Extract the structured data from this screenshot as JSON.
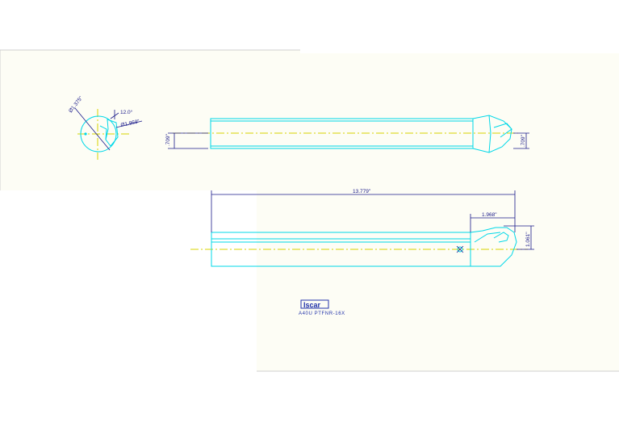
{
  "end_view": {
    "dia1": "Ø1.375\"",
    "angle": "12.0°",
    "dia2": "Ø1.969\""
  },
  "top_view": {
    "height_left": ".709\"",
    "height_right": ".709\""
  },
  "side_view": {
    "overall_length": "13.779\"",
    "head_length": "1.968\"",
    "offset": "1.061\""
  },
  "title_block": {
    "logo": "Iscar",
    "part_number": "A40U  PTFNR-16X"
  }
}
